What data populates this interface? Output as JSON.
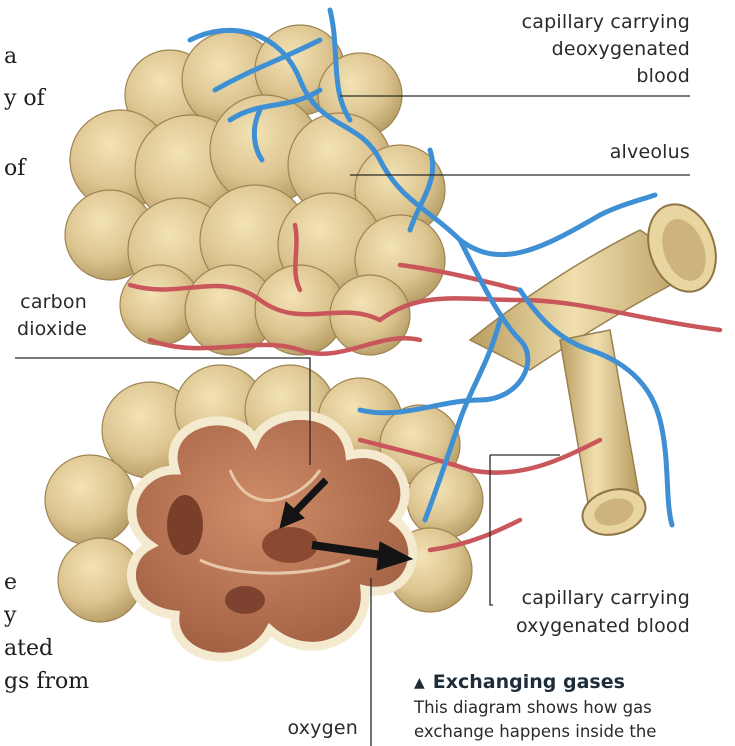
{
  "labels": {
    "deoxygenated": [
      "capillary carrying",
      "deoxygenated",
      "blood"
    ],
    "alveolus": "alveolus",
    "carbon_dioxide": [
      "carbon",
      "dioxide"
    ],
    "oxygenated": [
      "capillary carrying",
      "oxygenated blood"
    ],
    "oxygen": "oxygen"
  },
  "caption": {
    "title": "Exchanging gases",
    "body": [
      "This diagram shows how gas",
      "exchange happens inside the"
    ]
  },
  "left_text_fragments": {
    "top": [
      "a",
      "y of",
      "",
      "of"
    ],
    "bottom": [
      "e",
      "y",
      "ated",
      "gs from"
    ]
  },
  "colors": {
    "tissue": "#d9c28c",
    "tissue_shade": "#b89e62",
    "cut_surface": "#b8714f",
    "blue_vessel": "#3f8fd4",
    "red_vessel": "#c9565b",
    "arrow": "#141414"
  }
}
